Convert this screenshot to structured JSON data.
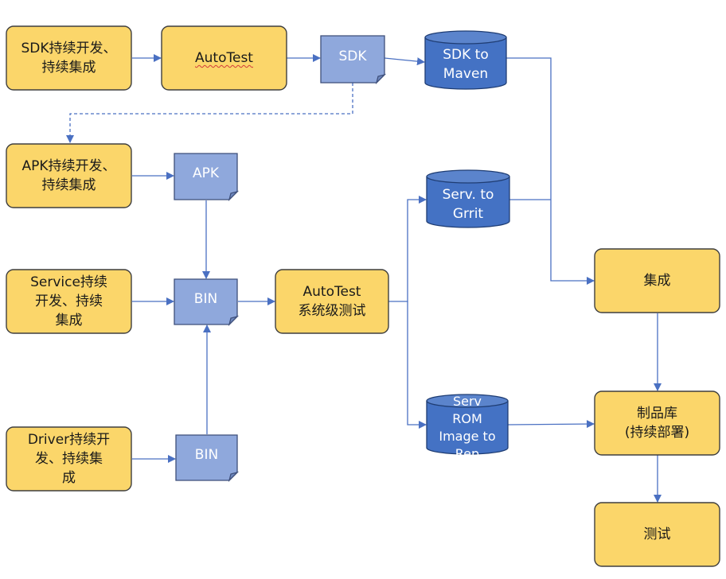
{
  "nodes": {
    "sdk_ci": "SDK持续开发、\n持续集成",
    "autotest_top": "AutoTest",
    "sdk_doc": "SDK",
    "sdk_to_maven": "SDK to\nMaven",
    "apk_ci": "APK持续开发、\n持续集成",
    "apk_doc": "APK",
    "serv_to_grrit": "Serv. to\nGrrit",
    "service_ci": "Service持续\n开发、持续\n集成",
    "bin_mid": "BIN",
    "autotest_system_line1": "AutoTest",
    "autotest_system_line2": "系统级测试",
    "integration": "集成",
    "serv_rom_image": "Serv\nROM\nImage to\nRep",
    "product_repo": "制品库\n(持续部署)",
    "driver_ci": "Driver持续开\n发、持续集\n成",
    "bin_bottom": "BIN",
    "test": "测试"
  },
  "colors": {
    "process_fill": "#fbd66a",
    "process_stroke": "#3f3f3f",
    "document_fill": "#8fa8dc",
    "document_stroke": "#3e4f7a",
    "database_fill": "#4472c4",
    "database_top": "#5b84cc",
    "database_stroke": "#1f3d73",
    "connector": "#4a70c2"
  }
}
